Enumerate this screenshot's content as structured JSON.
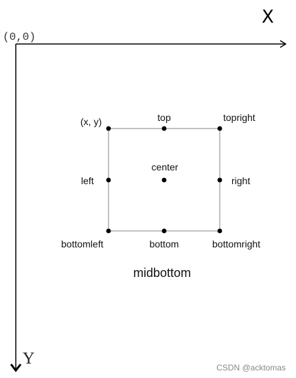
{
  "axes": {
    "origin_label": "(0,0)",
    "x_label": "X",
    "y_label": "Y"
  },
  "anchors": {
    "top_left": "(x, y)",
    "top": "top",
    "top_right": "topright",
    "left": "left",
    "center": "center",
    "right": "right",
    "bottom_left": "bottomleft",
    "bottom": "bottom",
    "bottom_right": "bottomright"
  },
  "caption": "midbottom",
  "watermark": "CSDN @acktomas",
  "colors": {
    "axis": "#000000",
    "rect": "#9a9a9a",
    "dot": "#000000"
  }
}
